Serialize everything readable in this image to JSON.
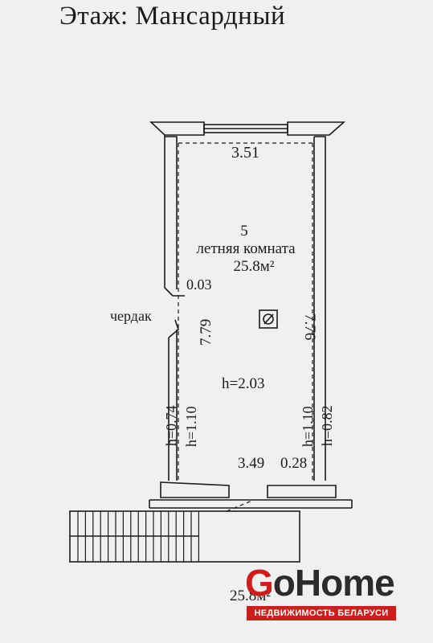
{
  "title": "Этаж: Мансардный",
  "plan": {
    "top_width": "3.51",
    "room_number": "5",
    "room_name": "летняя комната",
    "room_area": "25.8м²",
    "left_offset": "0.03",
    "attic_label": "чердак",
    "left_length": "7.79",
    "right_length": "7.76",
    "ceiling_height": "h=2.03",
    "left_h_outer": "h=0.74",
    "left_h_inner": "h=1.10",
    "right_h_inner": "h=1.10",
    "right_h_outer": "h=0.82",
    "bottom_width": "3.49",
    "bottom_offset": "0.28"
  },
  "footer": {
    "total_area": "25.8м²"
  },
  "logo": {
    "brand_prefix": "G",
    "brand_rest": "oHome",
    "tagline": "НЕДВИЖИМОСТЬ БЕЛАРУСИ"
  }
}
